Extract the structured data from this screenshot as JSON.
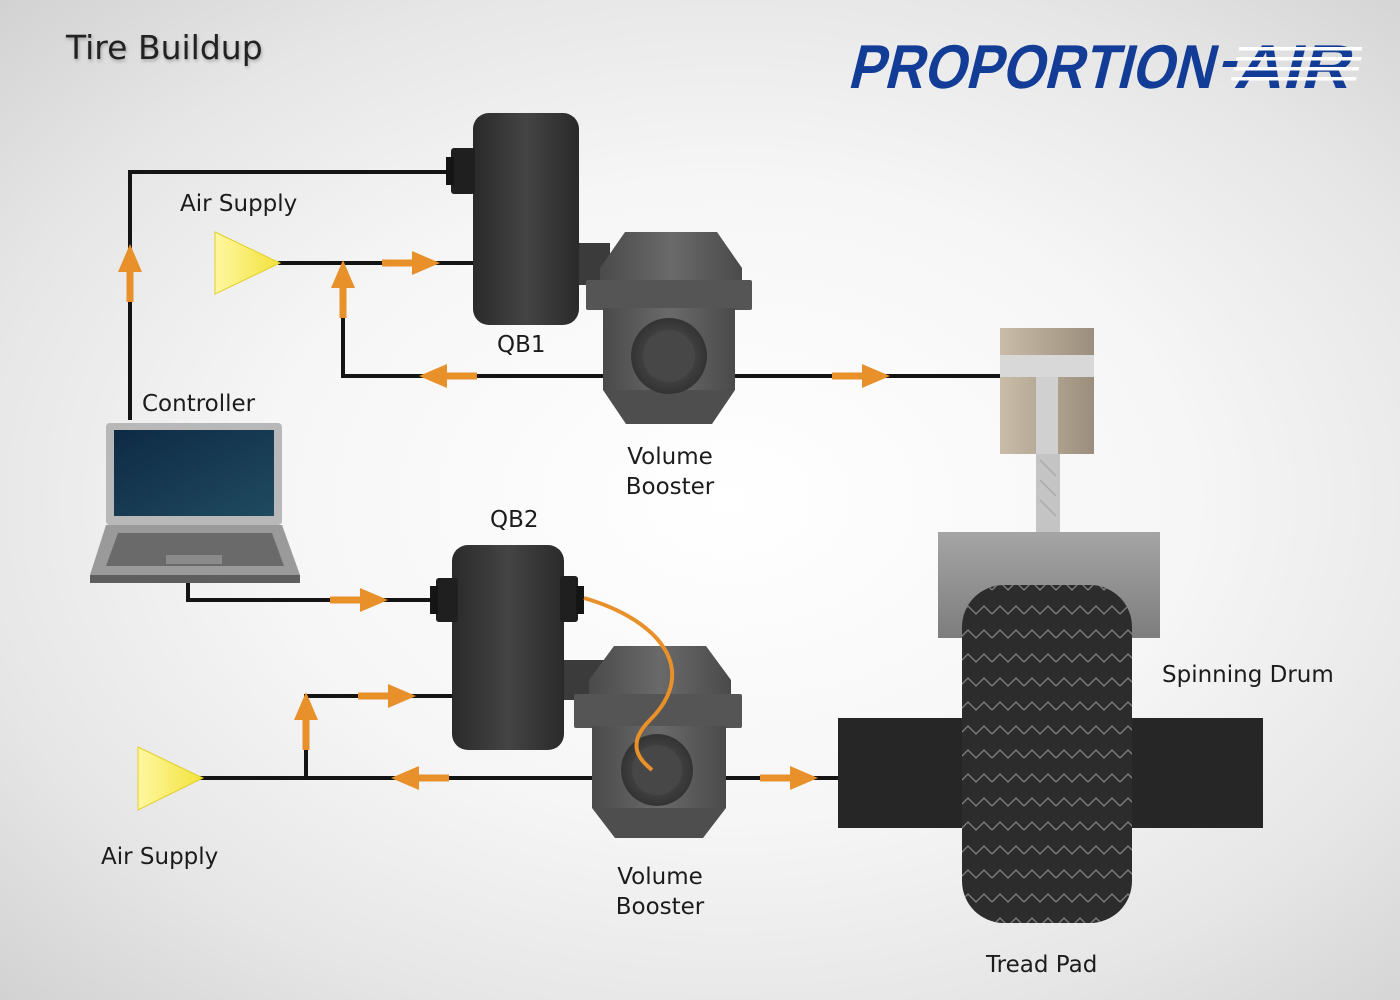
{
  "title": "Tire Buildup",
  "brand": {
    "name": "PROPORTION-AIR",
    "word1": "PROPORTION",
    "word2": "AIR",
    "color": "#123c96"
  },
  "colors": {
    "line": "#141414",
    "arrow": "#e8902a",
    "supply": "#f5ea50",
    "body": "#3c3c3c",
    "booster": "#5c5c5c",
    "drum": "#8d8d8d",
    "cylinder": "#b3a592"
  },
  "labels": {
    "air_supply_top": "Air Supply",
    "qb1": "QB1",
    "controller": "Controller",
    "volume_booster_top_1": "Volume",
    "volume_booster_top_2": "Booster",
    "qb2": "QB2",
    "spinning_drum": "Spinning Drum",
    "air_supply_bottom": "Air Supply",
    "volume_booster_bottom_1": "Volume",
    "volume_booster_bottom_2": "Booster",
    "tread_pad": "Tread Pad"
  }
}
